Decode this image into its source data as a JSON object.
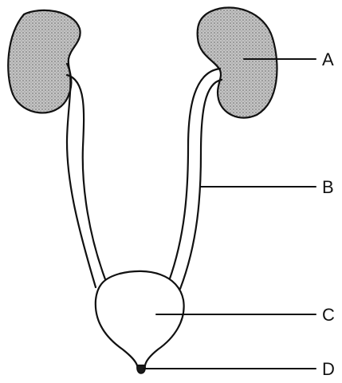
{
  "labels": {
    "a": "A",
    "b": "B",
    "c": "C",
    "d": "D"
  },
  "colors": {
    "ink": "#111111",
    "kidney_fill": "#bdbdbd",
    "background": "#ffffff"
  }
}
